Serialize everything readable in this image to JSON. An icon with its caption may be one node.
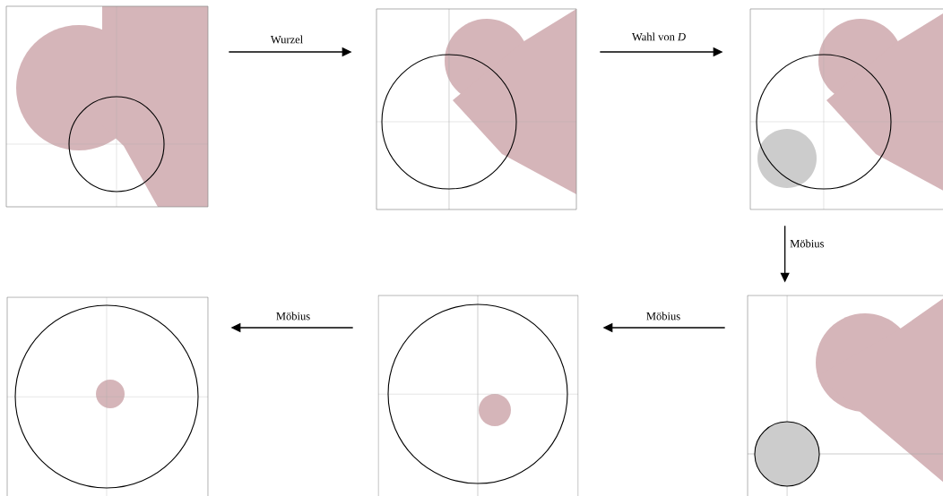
{
  "diagram": {
    "nodes": [
      {
        "text": [],
        "shape": "picture"
      },
      {
        "text": [],
        "shape": "picture"
      },
      {
        "text": [],
        "shape": "picture"
      },
      {
        "text": [],
        "shape": "picture"
      },
      {
        "text": [],
        "shape": "picture"
      },
      {
        "text": [],
        "shape": "picture"
      }
    ],
    "edges": [
      {
        "from": 0,
        "to": 1,
        "arrow": "to",
        "label": "Wurzel"
      },
      {
        "from": 1,
        "to": 2,
        "arrow": "to",
        "label": "Wahl von *D*"
      },
      {
        "from": 2,
        "to": 5,
        "arrow": "to",
        "label": "Möbius"
      },
      {
        "from": 5,
        "to": 4,
        "arrow": "to",
        "label": "Möbius"
      },
      {
        "from": 4,
        "to": 3,
        "arrow": "to",
        "label": "Möbius"
      }
    ]
  }
}
